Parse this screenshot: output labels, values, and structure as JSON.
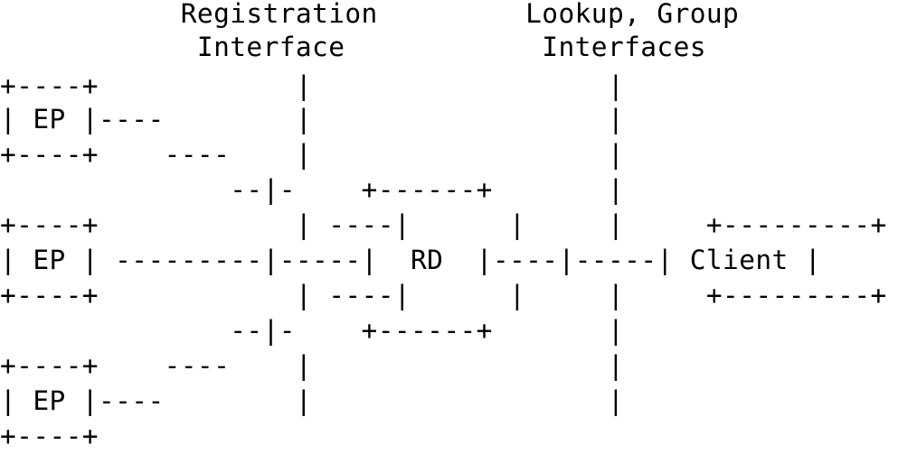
{
  "diagram": {
    "lines": [
      "           Registration         Lookup, Group",
      "            Interface            Interfaces",
      "+----+            |                  |",
      "| EP |----        |                  |",
      "+----+    ----    |                  |",
      "              --|-    +------+       |",
      "+----+            | ----|      |     |     +---------+",
      "| EP | ---------|-----|  RD  |----|-----| Client |",
      "+----+            | ----|      |     |     +---------+",
      "              --|-    +------+       |",
      "+----+    ----    |                  |",
      "| EP |----        |                  |",
      "+----+"
    ]
  }
}
